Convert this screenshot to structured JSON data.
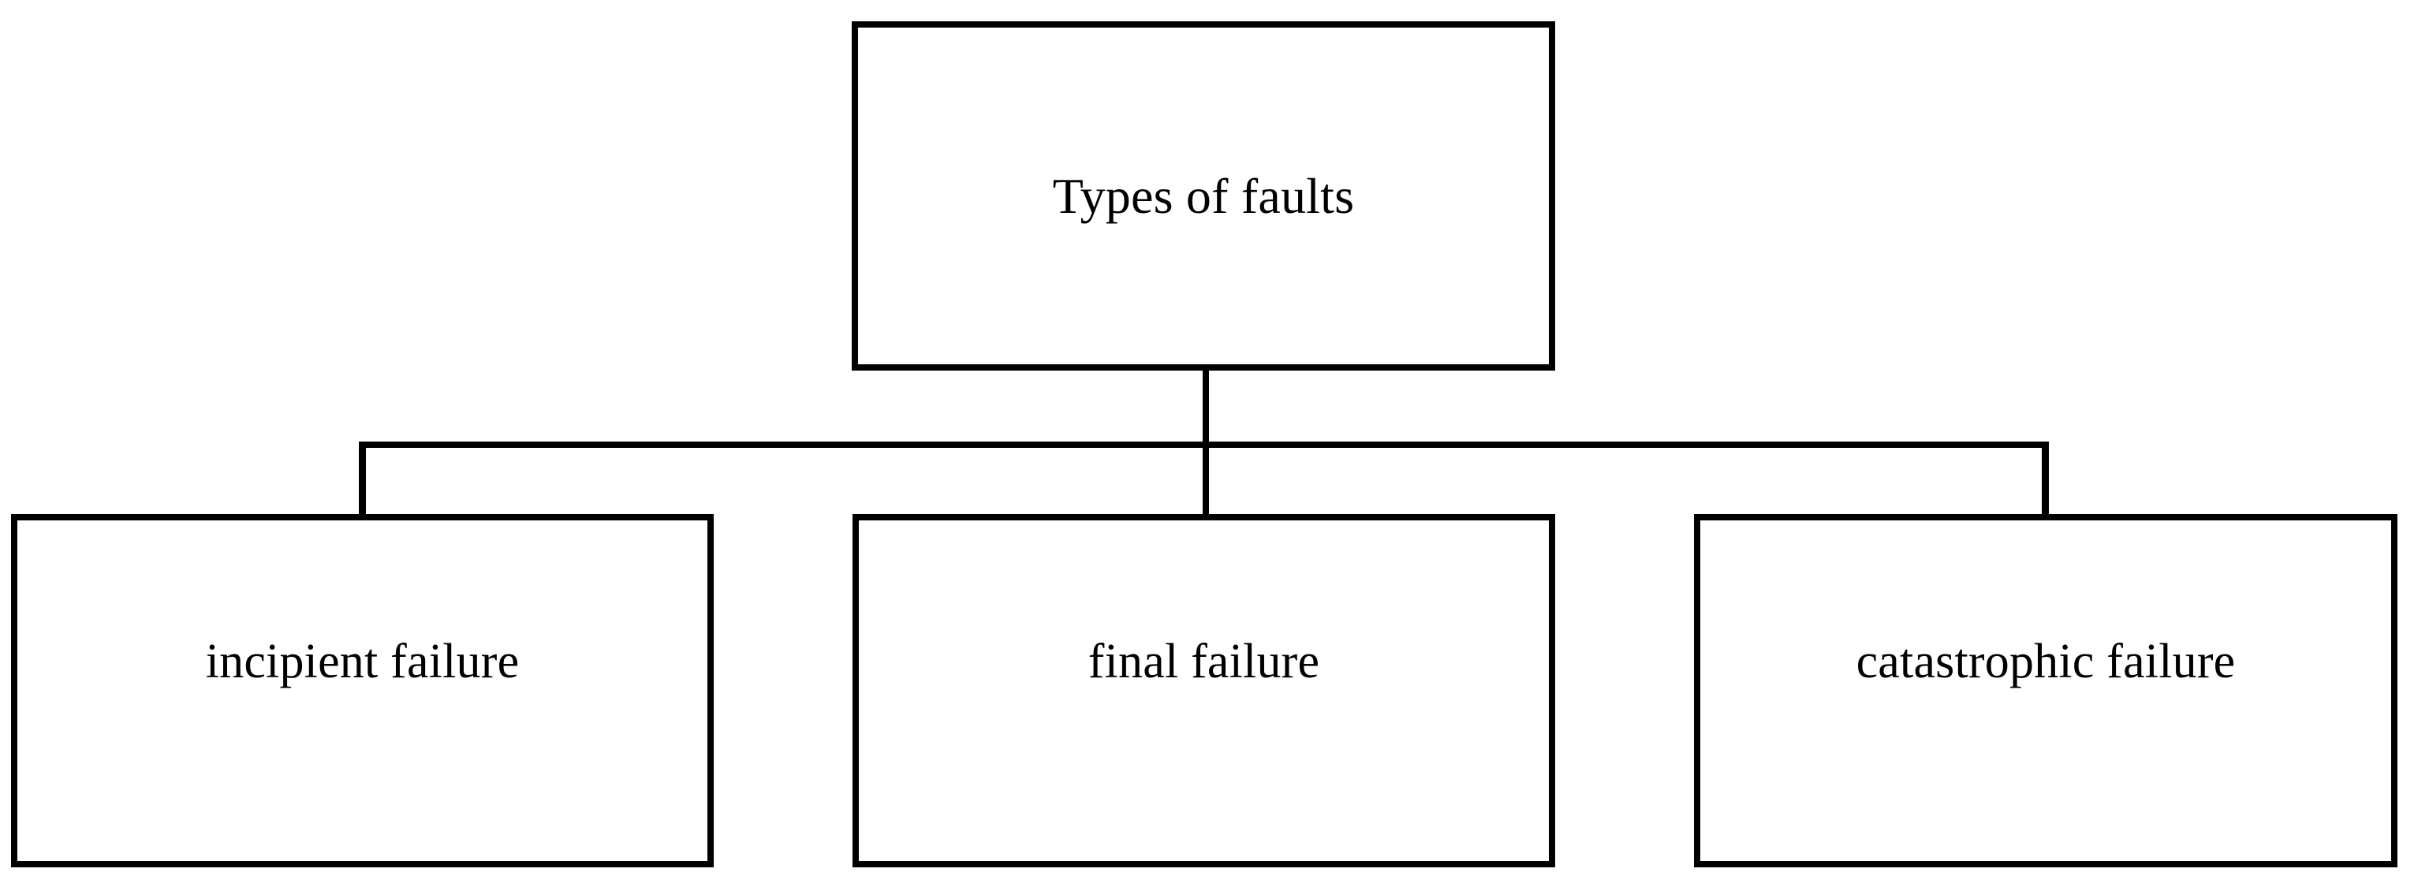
{
  "diagram": {
    "type": "hierarchy-tree",
    "title": "Types of faults",
    "orientation": "top-down",
    "levels": 2,
    "colors": {
      "background": "#ffffff",
      "stroke": "#000000",
      "box_fill": "#ffffff",
      "text": "#000000"
    },
    "root": {
      "id": "root",
      "label": "Types of faults"
    },
    "children": [
      {
        "id": "child-0",
        "label": "incipient failure"
      },
      {
        "id": "child-1",
        "label": "final failure"
      },
      {
        "id": "child-2",
        "label": "catastrophic failure"
      }
    ],
    "connectors": [
      {
        "id": "root-stem",
        "kind": "vertical",
        "from": "root",
        "to": "bus"
      },
      {
        "id": "bus",
        "kind": "horizontal",
        "from": "root-stem",
        "to": "child-drops"
      },
      {
        "id": "drop-left",
        "kind": "vertical",
        "from": "bus",
        "to": "child-0"
      },
      {
        "id": "drop-middle",
        "kind": "vertical",
        "from": "bus",
        "to": "child-1"
      },
      {
        "id": "drop-right",
        "kind": "vertical",
        "from": "bus",
        "to": "child-2"
      }
    ]
  }
}
